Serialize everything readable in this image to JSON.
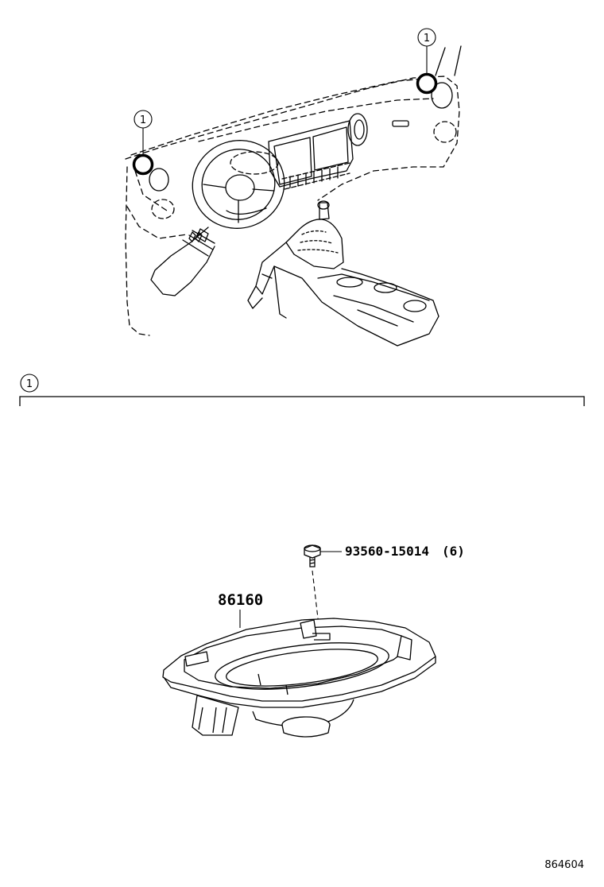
{
  "callouts": {
    "marker_left": "1",
    "marker_right": "1",
    "section_header": "1"
  },
  "parts": {
    "bolt": {
      "number": "93560-15014",
      "qty": "(6)"
    },
    "speaker": {
      "number": "86160"
    }
  },
  "figure_id": "864604"
}
